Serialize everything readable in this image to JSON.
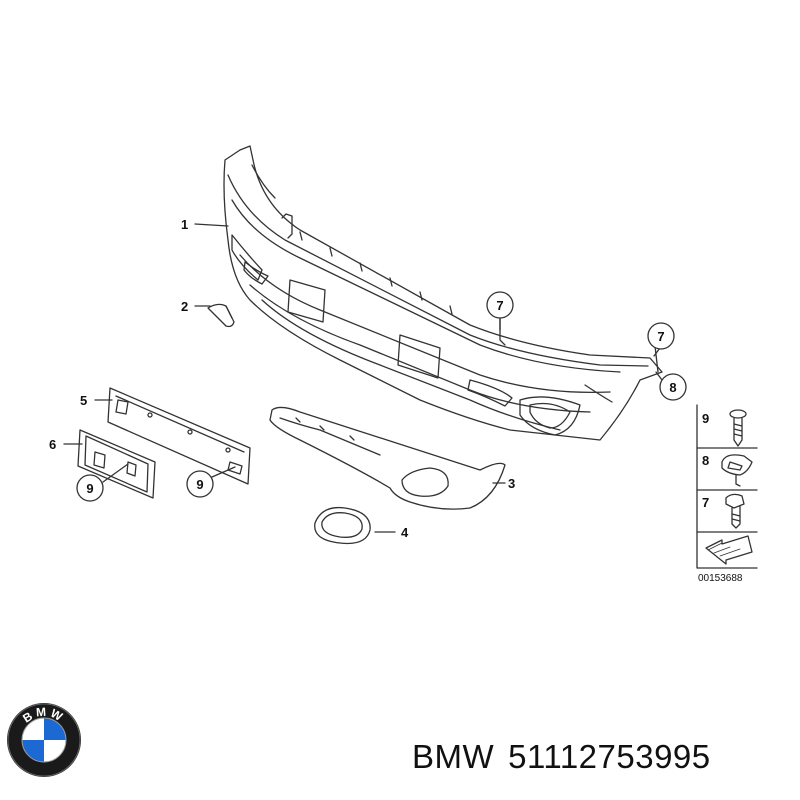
{
  "diagram": {
    "callouts": {
      "c1": "1",
      "c2": "2",
      "c3": "3",
      "c4": "4",
      "c5": "5",
      "c6": "6",
      "c7a": "7",
      "c7b": "7",
      "c8": "8",
      "c9a": "9",
      "c9b": "9"
    },
    "legend": {
      "item9": "9",
      "item8": "8",
      "item7": "7",
      "code": "00153688"
    }
  },
  "logo": {
    "letters": "BMW",
    "colors": {
      "blue": "#1c69d4",
      "ring": "#1a1a1a",
      "white": "#ffffff"
    }
  },
  "caption": {
    "brand": "BMW",
    "part_number": "51112753995"
  }
}
